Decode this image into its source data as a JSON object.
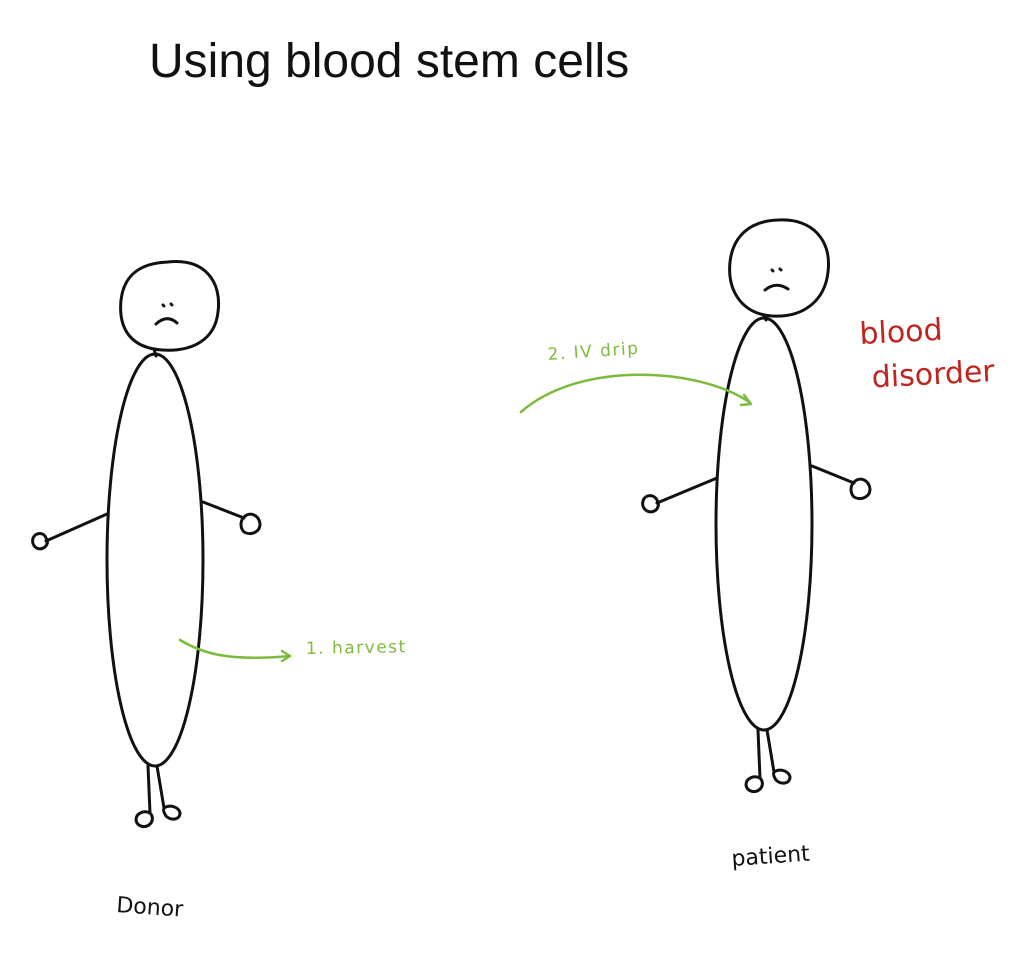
{
  "title": "Using blood stem cells",
  "figures": {
    "donor": {
      "label": "Donor"
    },
    "patient": {
      "label": "patient",
      "condition": "blood disorder"
    }
  },
  "steps": [
    {
      "label": "1. harvest"
    },
    {
      "label": "2. IV drip"
    }
  ],
  "colors": {
    "outline": "#111111",
    "steps": "#7dbb3e",
    "condition": "#c0241f"
  }
}
